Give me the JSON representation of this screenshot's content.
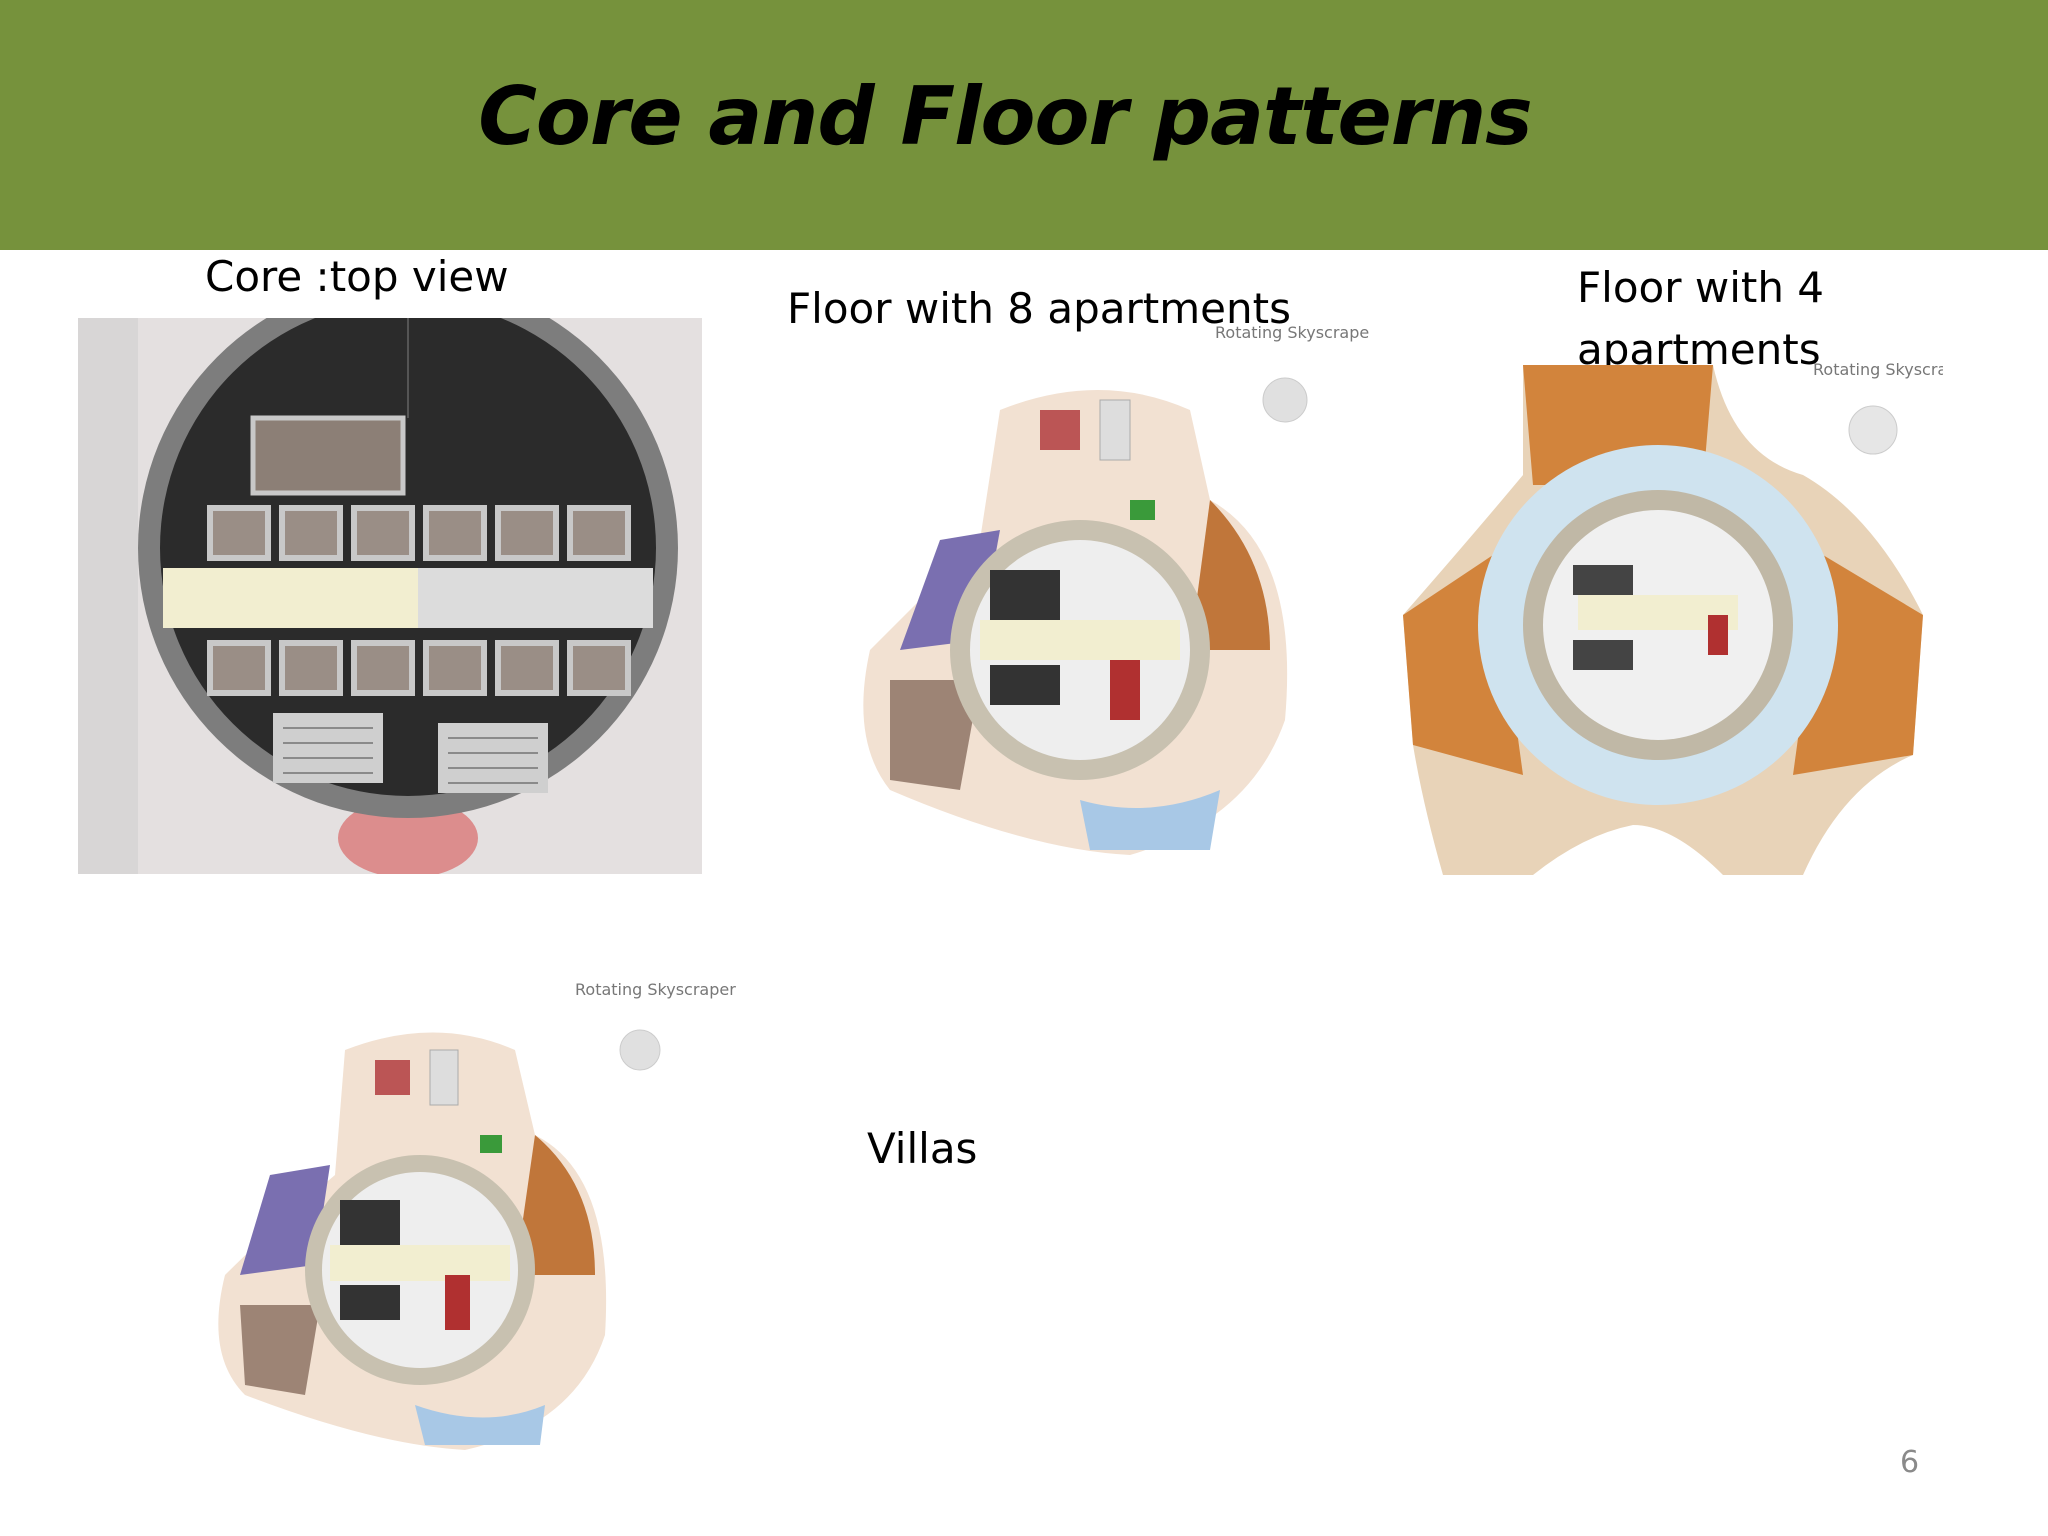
{
  "slide": {
    "title": "Core and Floor patterns",
    "page_number": "6"
  },
  "labels": {
    "core": "Core :top view",
    "floor8": "Floor with 8 apartments",
    "floor4": "Floor with 4 apartments",
    "villas": "Villas"
  },
  "images": {
    "floor8_brand": "Rotating Skyscrape",
    "floor4_brand": "Rotating Skyscraper",
    "villas_brand": "Rotating Skyscraper"
  }
}
